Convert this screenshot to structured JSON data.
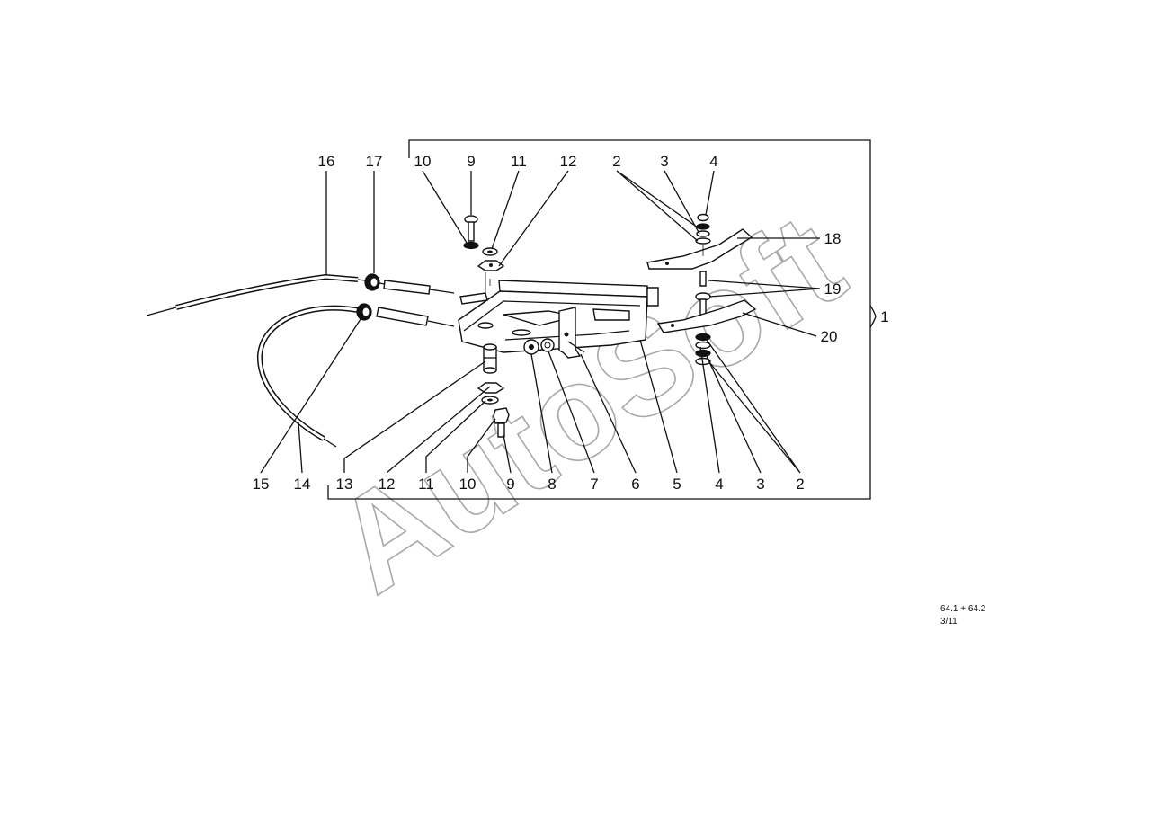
{
  "callouts": {
    "top": [
      "16",
      "17",
      "10",
      "9",
      "11",
      "12",
      "2",
      "3",
      "4"
    ],
    "right": [
      "18",
      "19",
      "20"
    ],
    "bottom": [
      "15",
      "14",
      "13",
      "12",
      "11",
      "10",
      "9",
      "8",
      "7",
      "6",
      "5",
      "4",
      "3",
      "2"
    ]
  },
  "assembly_label": "1",
  "footer": {
    "reference": "64.1 + 64.2",
    "sheet": "3/11"
  },
  "watermark": "AutoSoft"
}
